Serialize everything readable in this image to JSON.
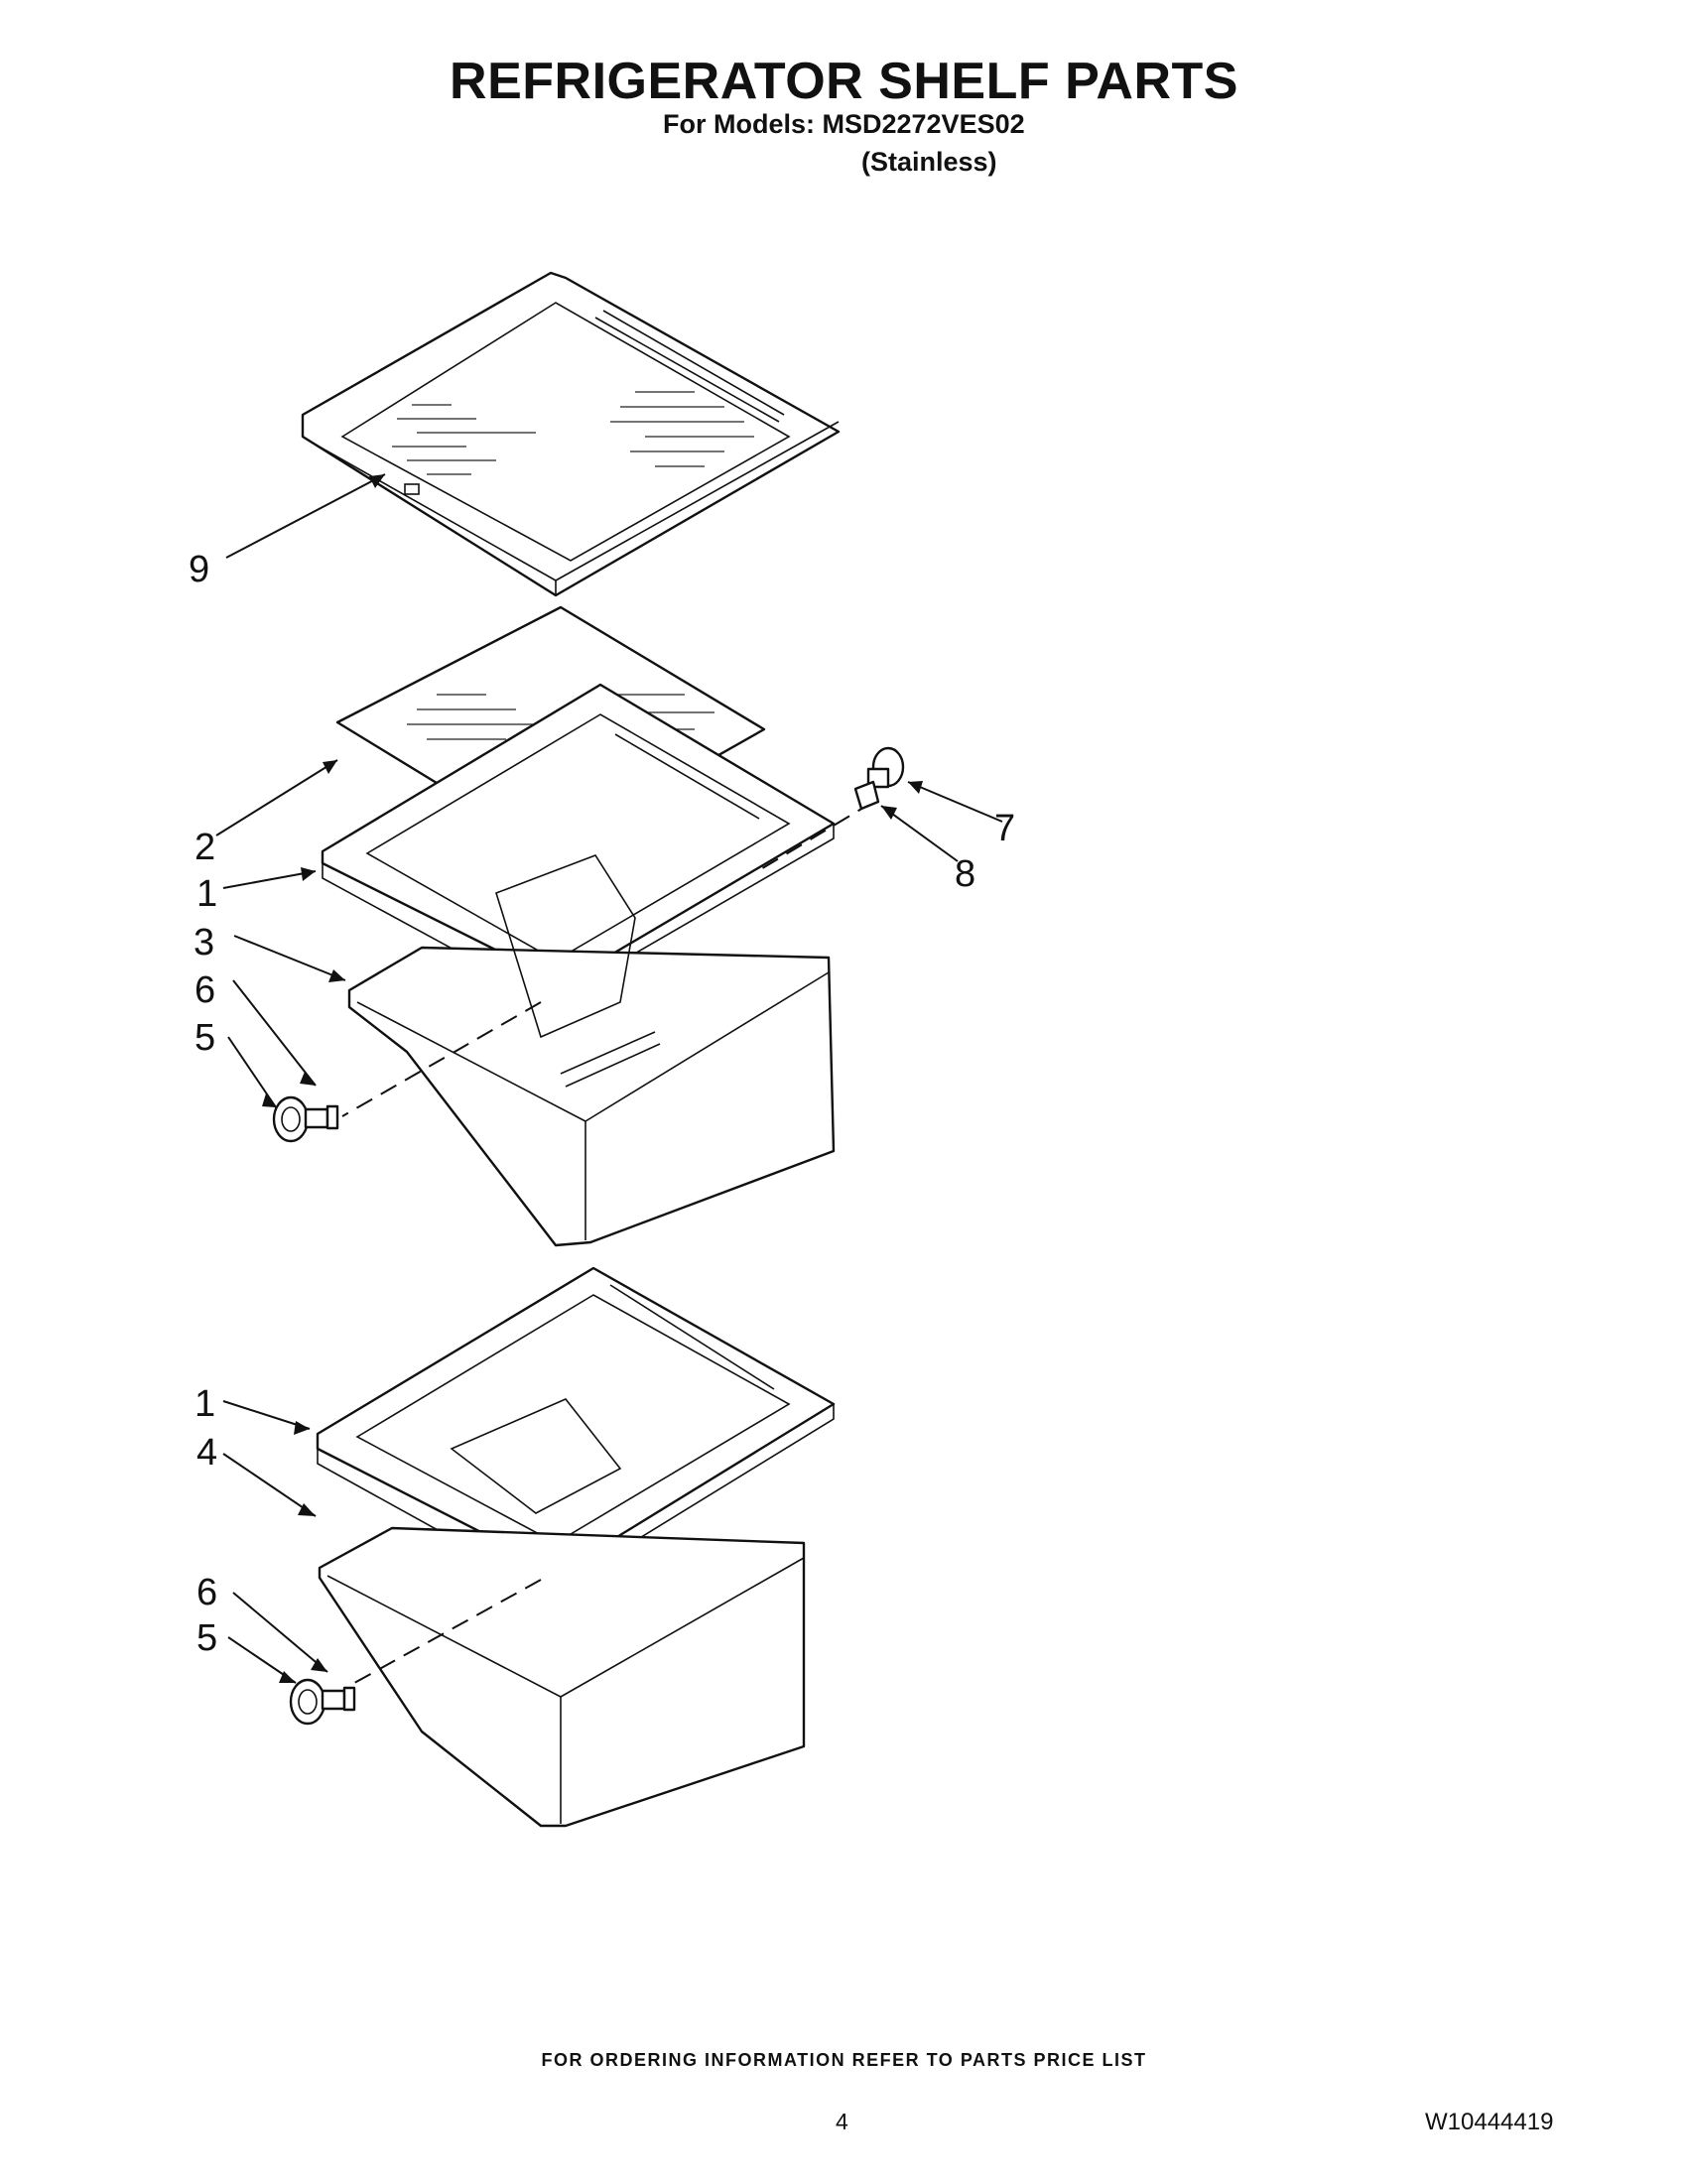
{
  "header": {
    "title": "REFRIGERATOR SHELF PARTS",
    "models": "For Models: MSD2272VES02",
    "variant": "(Stainless)"
  },
  "callouts": {
    "c9": "9",
    "c2": "2",
    "c1a": "1",
    "c3": "3",
    "c6a": "6",
    "c5a": "5",
    "c7": "7",
    "c8": "8",
    "c1b": "1",
    "c4": "4",
    "c6b": "6",
    "c5b": "5"
  },
  "footer": {
    "ordering_note": "FOR ORDERING INFORMATION REFER TO PARTS PRICE LIST",
    "page_number": "4",
    "document_number": "W10444419"
  }
}
